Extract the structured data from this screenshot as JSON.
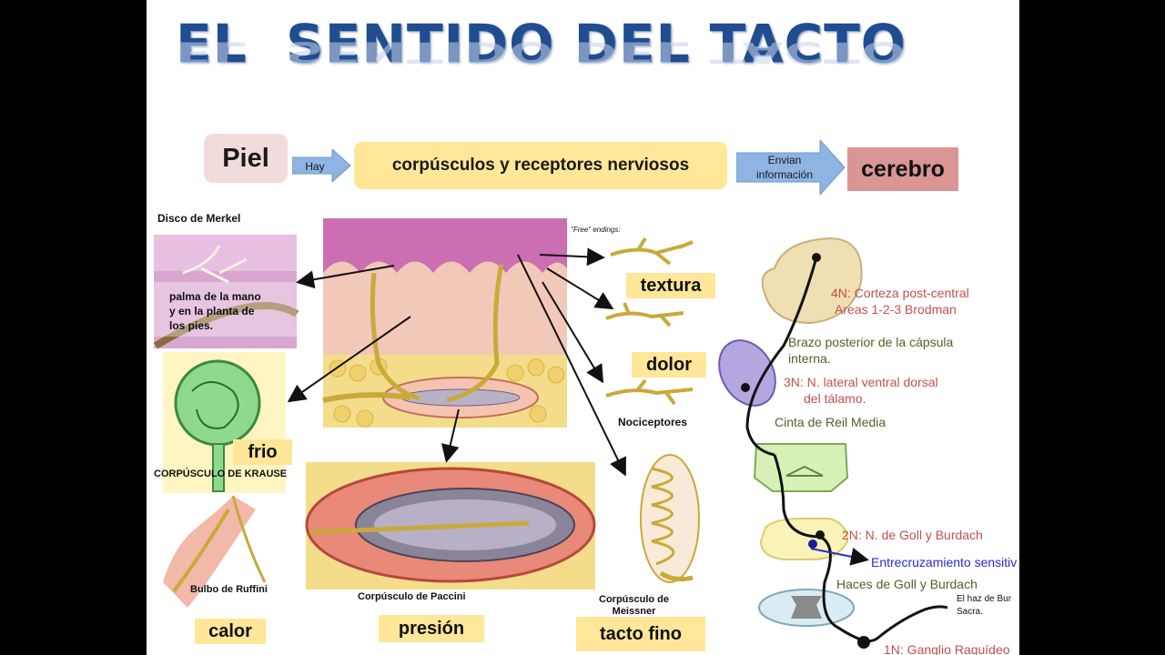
{
  "title": "EL  SENTIDO DEL TACTO",
  "flow": {
    "piel": "Piel",
    "hay": "Hay",
    "corpusculos": "corpúsculos y receptores nerviosos",
    "envian_1": "Envian",
    "envian_2": "información",
    "cerebro": "cerebro"
  },
  "receptors": {
    "merkel_title": "Disco de Merkel",
    "merkel_caption_1": "palma de la mano",
    "merkel_caption_2": "y en la planta de",
    "merkel_caption_3": "los pies.",
    "free_endings": "\"Free\" endings:",
    "textura": "textura",
    "dolor": "dolor",
    "nociceptores": "Nociceptores",
    "frio": "frio",
    "krause": "CORPÚSCULO DE KRAUSE",
    "ruffini": "Bulbo de Ruffini",
    "paccini": "Corpúsculo de Paccini",
    "meissner_1": "Corpúsculo de",
    "meissner_2": "Meissner",
    "calor": "calor",
    "presion": "presión",
    "tacto_fino": "tacto fino"
  },
  "pathway": {
    "n4_1": "4N: Corteza post-central",
    "n4_2": "Areas 1-2-3 Brodman",
    "brazo_1": "Brazo posterior de la cápsula",
    "brazo_2": "interna.",
    "n3_1": "3N: N. lateral ventral dorsal",
    "n3_2": "del tálamo.",
    "cinta": "Cinta de Reil Media",
    "n2": "2N: N. de Goll y Burdach",
    "entrecruzamiento": "Entrecruzamiento sensitiv",
    "haces": "Haces de Goll y Burdach",
    "haz_1": "El haz de Bur",
    "haz_2": "Sacra.",
    "n1": "1N: Ganglio Raquídeo"
  },
  "colors": {
    "title": "#1f4d8f",
    "piel_box": "#f2dcdb",
    "yellow_box": "#ffe699",
    "cerebro_box": "#d99694",
    "arrow": "#8eb4e3",
    "red_text": "#c0504d",
    "green_text": "#4f6228",
    "blue_text": "#2a2acf"
  }
}
